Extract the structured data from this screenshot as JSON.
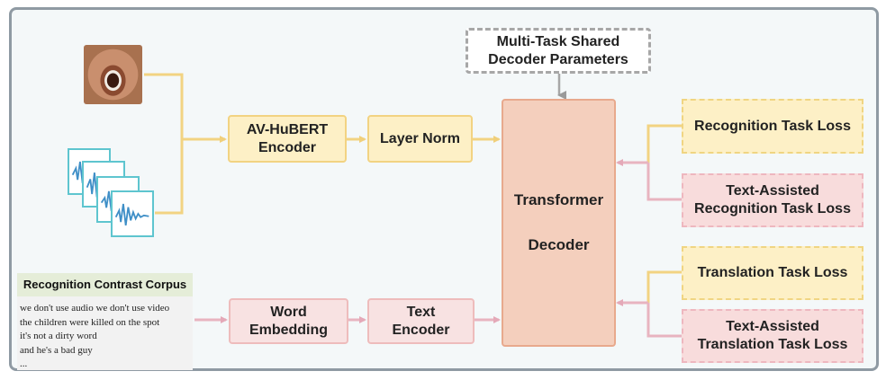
{
  "diagram": {
    "shared_params": "Multi-Task Shared\nDecoder Parameters",
    "avhubert_encoder": "AV-HuBERT\nEncoder",
    "layer_norm": "Layer Norm",
    "word_embedding": "Word\nEmbedding",
    "text_encoder": "Text\nEncoder",
    "decoder": {
      "line1": "Transformer",
      "line2": "Decoder"
    },
    "losses": {
      "recognition": "Recognition Task Loss",
      "text_assisted_recognition": "Text-Assisted\nRecognition Task Loss",
      "translation": "Translation Task Loss",
      "text_assisted_translation": "Text-Assisted\nTranslation Task Loss"
    },
    "corpus": {
      "title": "Recognition Contrast Corpus",
      "lines": [
        "we don't use audio we don't use video",
        "the children were killed on the spot",
        "it's not a dirty word",
        "and he's a bad guy",
        "..."
      ]
    }
  },
  "colors": {
    "yellow_fill": "#fdf0c6",
    "yellow_line": "#f2d382",
    "pink_fill": "#f8e2e2",
    "pink_line": "#e8b4c0",
    "decoder_fill": "#f4cfbd",
    "grey_line": "#a7a7a7"
  },
  "icons": {
    "video_frame": "speaker-face-image",
    "audio": "spectrogram-stack-icon"
  }
}
